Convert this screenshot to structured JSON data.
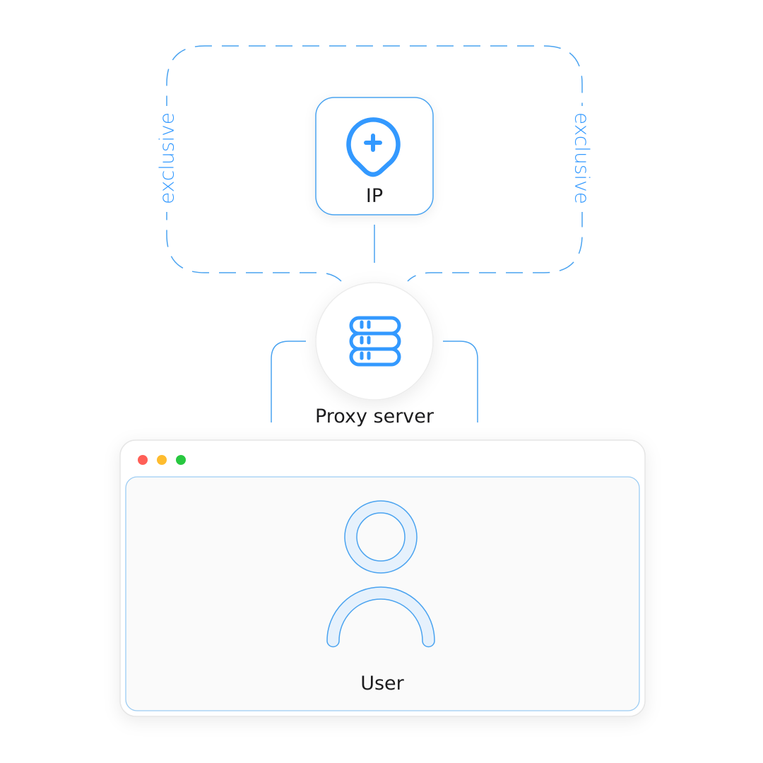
{
  "nodes": {
    "ip": {
      "label": "IP"
    },
    "proxy": {
      "label": "Proxy server"
    },
    "user": {
      "label": "User"
    }
  },
  "zone": {
    "left_label": "exclusive",
    "right_label": "exclusive"
  },
  "icons": {
    "ip": "location-plus-icon",
    "proxy": "server-stack-icon",
    "user": "user-icon"
  },
  "colors": {
    "accent": "#3399ff",
    "line": "#4aa3f0",
    "icon_fill_light": "#e6f1fc",
    "text": "#1c1c1e",
    "window_red": "#ff5f57",
    "window_yellow": "#febc2e",
    "window_green": "#28c840"
  }
}
